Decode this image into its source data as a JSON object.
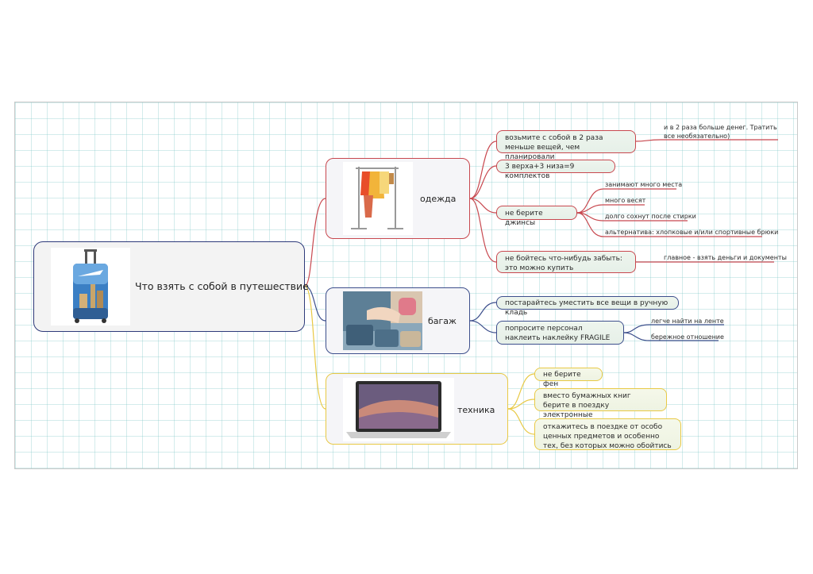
{
  "root": {
    "label": "Что взять с собой в путешествие",
    "icon": "suitcase-icon"
  },
  "branches": {
    "clothes": {
      "label": "одежда",
      "color": "#c8484f",
      "icon": "clothes-rack-icon",
      "nodes": [
        {
          "text": "возьмите с собой в 2 раза меньше вещей, чем планировали"
        },
        {
          "text": "3 верха+3 низа=9 комплектов"
        },
        {
          "text": "не берите джинсы"
        },
        {
          "text": "не бойтесь что-нибудь забыть: это можно купить"
        }
      ],
      "leaves": {
        "more_money": "и в 2 раза больше денег. Тратить все необязательно)",
        "jeans": [
          "занимают много места",
          "много весят",
          "долго сохнут после стирки",
          "альтернатива: хлопковые и/или спортивные брюки"
        ],
        "main": "главное - взять деньги и документы"
      }
    },
    "luggage": {
      "label": "багаж",
      "color": "#3d4f8c",
      "icon": "luggage-photo-icon",
      "nodes": [
        {
          "text": "постарайтесь уместить все вещи в ручную кладь"
        },
        {
          "text": "попросите персонал наклеить наклейку FRAGILE"
        }
      ],
      "leaves": {
        "fragile": [
          "легче найти на ленте",
          "бережное отношение"
        ]
      }
    },
    "tech": {
      "label": "техника",
      "color": "#e8c945",
      "icon": "laptop-icon",
      "nodes": [
        {
          "text": "не берите фен"
        },
        {
          "text": "вместо бумажных книг берите в поездку электронные"
        },
        {
          "text": "откажитесь в поездке от особо ценных предметов и особенно тех, без которых можно обойтись"
        }
      ]
    }
  }
}
